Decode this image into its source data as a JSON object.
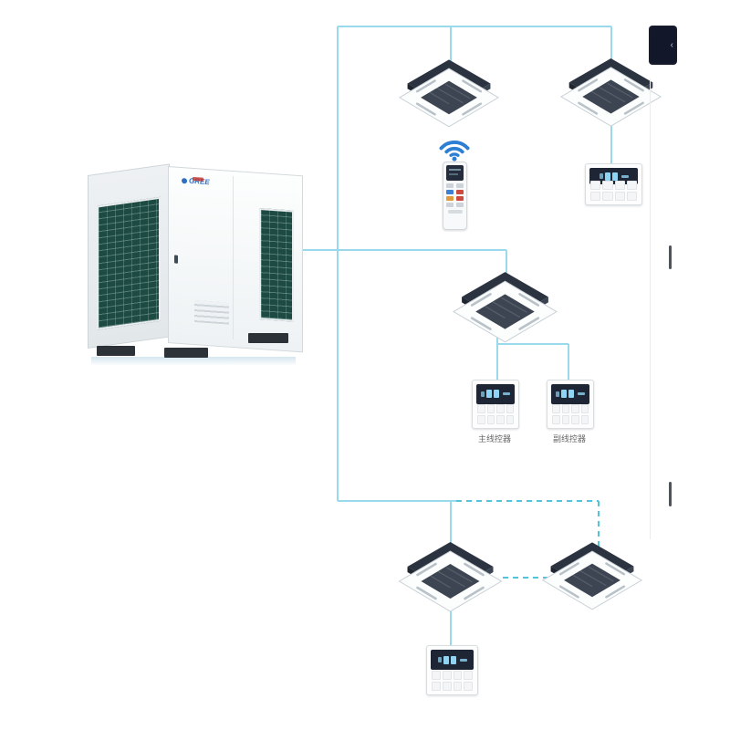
{
  "diagram": {
    "brand": "GREE",
    "labels": {
      "master_controller": "主线控器",
      "slave_controller": "副线控器"
    },
    "phone_glyph": "‹",
    "icons": [
      "outdoor-unit",
      "ceiling-cassette-indoor-unit",
      "wireless-signal-icon",
      "wireless-remote-control",
      "wired-controller",
      "smartphone"
    ]
  },
  "colors": {
    "wire": "#9ad9ec",
    "wire_dashed": "#55c4da",
    "accent_blue": "#2d7fd4",
    "device_dark": "#2b3340",
    "grille_green": "#1d4a42",
    "label_text": "#666666"
  }
}
